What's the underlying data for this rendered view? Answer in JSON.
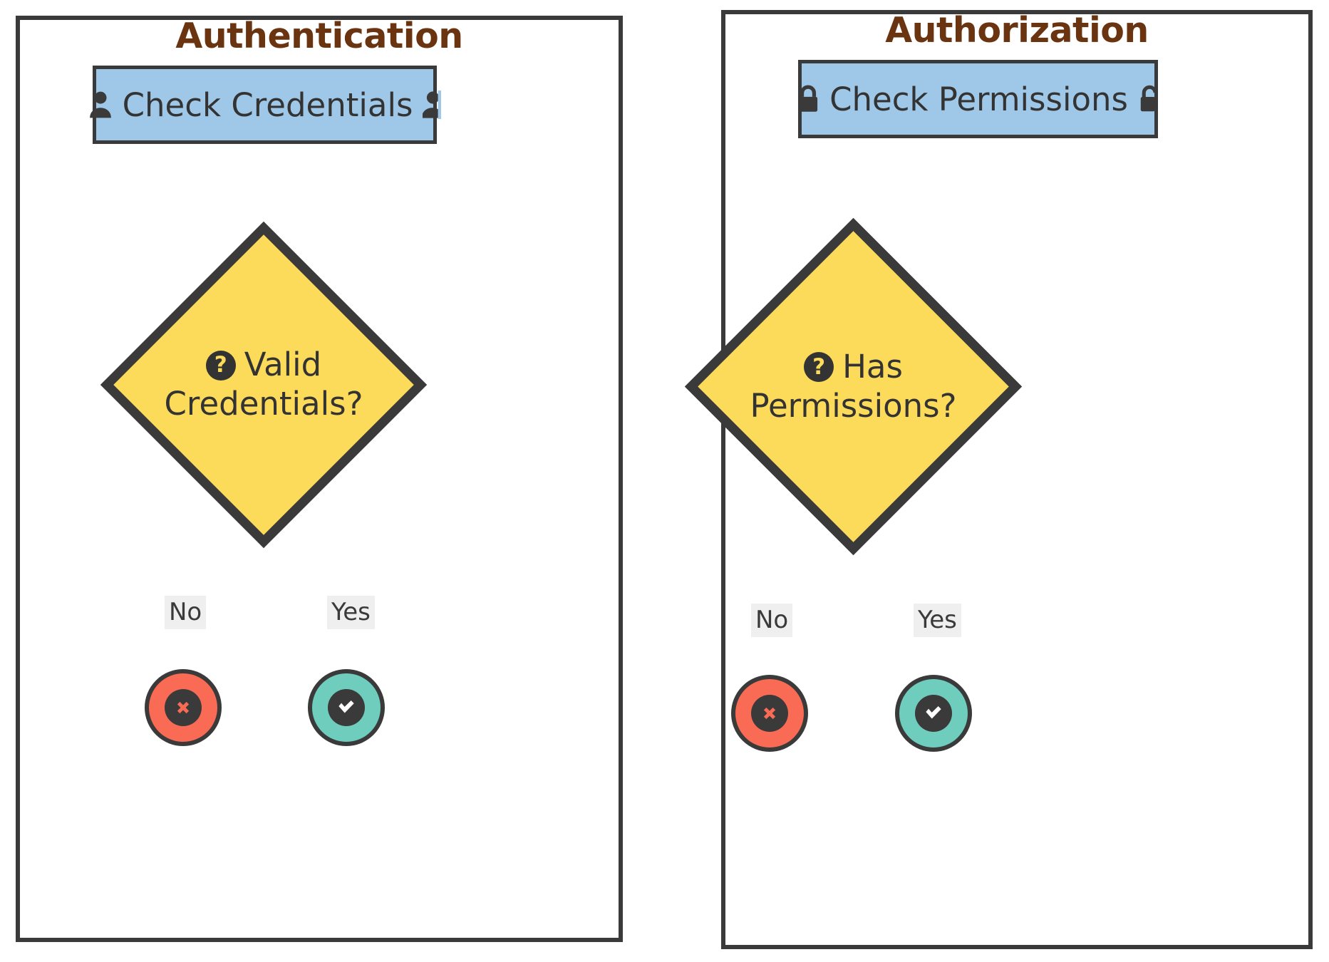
{
  "diagram": {
    "title_hidden": "Authentication and Authorization decision flow",
    "colors": {
      "panel_border": "#3A3A3A",
      "panel_title": "#6B3410",
      "process_fill": "#9FC8E8",
      "decision_fill": "#FCDA5A",
      "fail_fill": "#F96B54",
      "success_fill": "#6FCDBD",
      "edge_label_bg": "#EFEFEF",
      "text": "#333333",
      "background": "#FFFFFF"
    }
  },
  "panels": [
    {
      "id": "authentication",
      "title": "Authentication",
      "process": {
        "label": "Check Credentials",
        "leading_icon": "user-icon",
        "trailing_icon": "user-badge-icon"
      },
      "decision": {
        "icon": "question-circle-icon",
        "line1": "Valid",
        "line2": "Credentials?"
      },
      "branches": [
        {
          "label": "No",
          "outcome_icon": "x-circle-icon",
          "outcome": "fail"
        },
        {
          "label": "Yes",
          "outcome_icon": "check-circle-icon",
          "outcome": "success"
        }
      ]
    },
    {
      "id": "authorization",
      "title": "Authorization",
      "process": {
        "label": "Check Permissions",
        "leading_icon": "lock-closed-icon",
        "trailing_icon": "lock-open-icon"
      },
      "decision": {
        "icon": "question-circle-icon",
        "line1": "Has",
        "line2": "Permissions?"
      },
      "branches": [
        {
          "label": "No",
          "outcome_icon": "x-circle-icon",
          "outcome": "fail"
        },
        {
          "label": "Yes",
          "outcome_icon": "check-circle-icon",
          "outcome": "success"
        }
      ]
    }
  ],
  "connector": {
    "from": "authentication",
    "to": "authorization",
    "label": "",
    "icon": "arrow-right-icon"
  },
  "glyphs": {
    "question": "?"
  }
}
